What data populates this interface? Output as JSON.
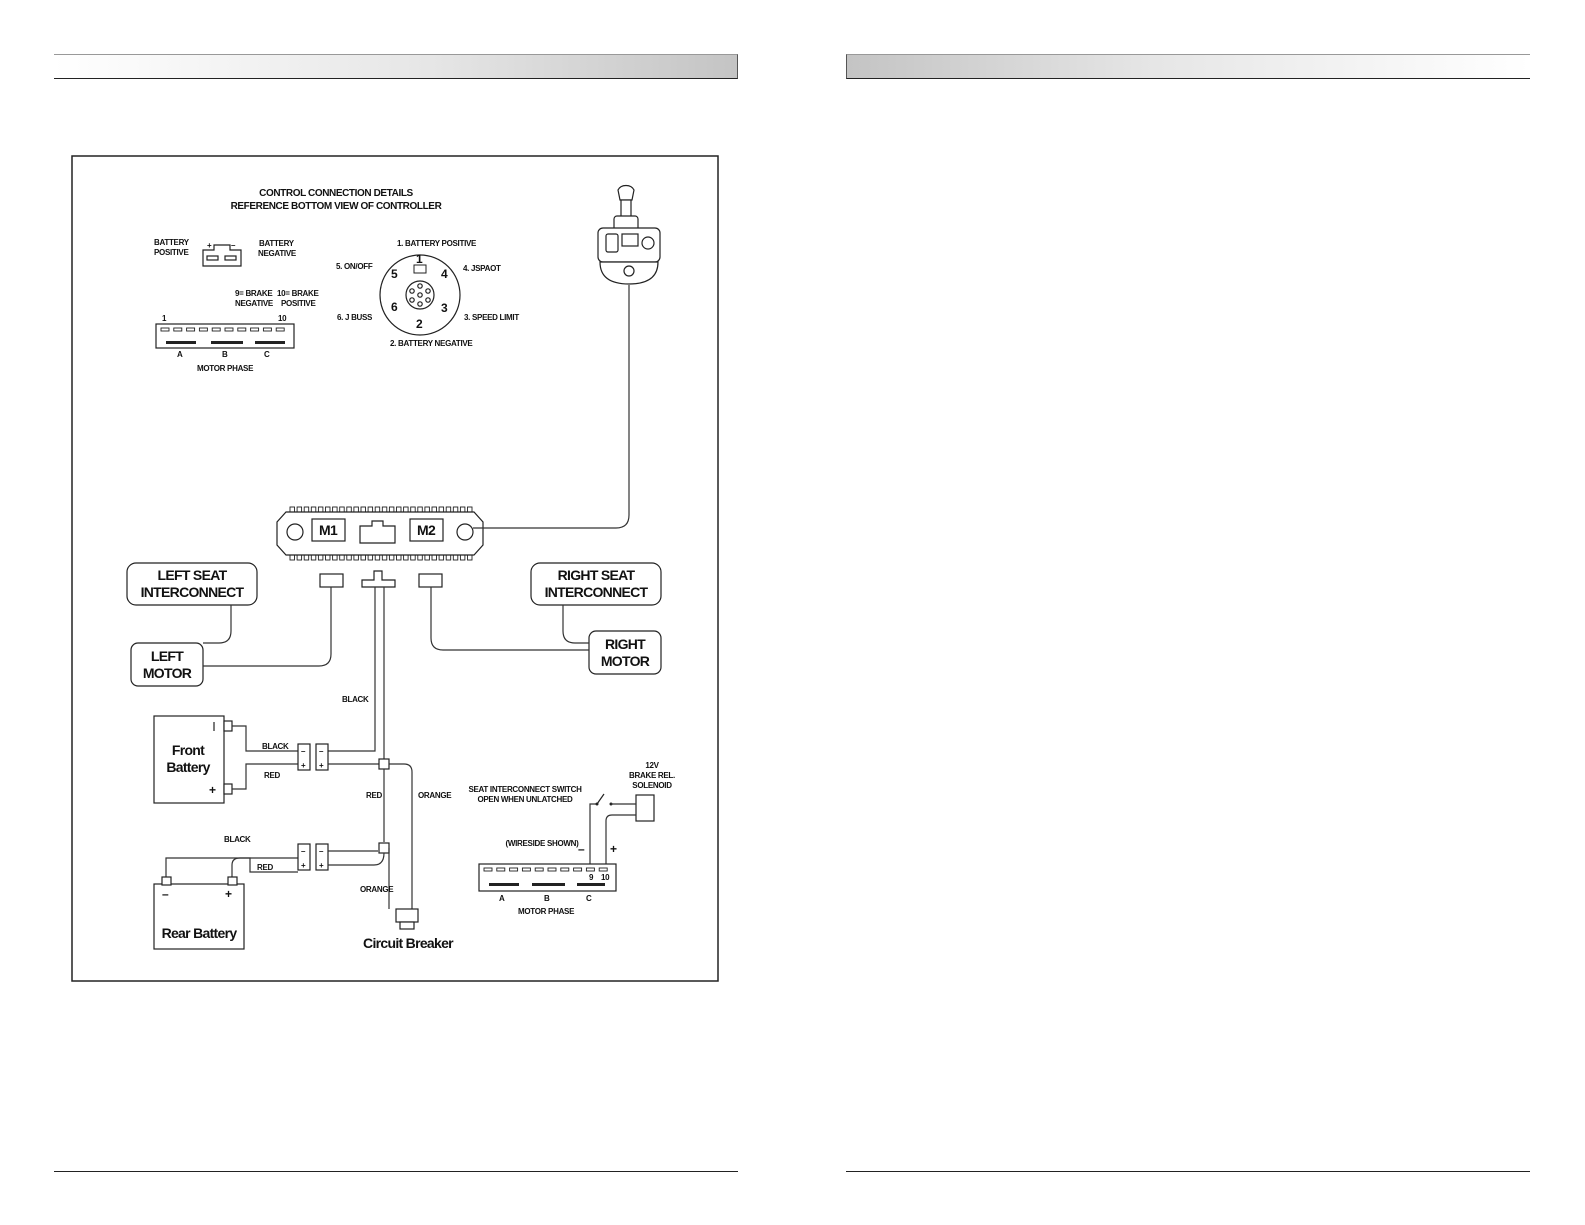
{
  "diagram": {
    "title_line1": "CONTROL CONNECTION DETAILS",
    "title_line2": "REFERENCE BOTTOM VIEW OF CONTROLLER",
    "battery_connector": {
      "plus": "+",
      "minus": "–",
      "positive_line1": "BATTERY",
      "positive_line2": "POSITIVE",
      "negative_line1": "BATTERY",
      "negative_line2": "NEGATIVE"
    },
    "brake": {
      "neg_line1": "9= BRAKE",
      "neg_line2": "NEGATIVE",
      "pos_line1": "10= BRAKE",
      "pos_line2": "POSITIVE"
    },
    "strip": {
      "pin_first": "1",
      "pin_last": "10",
      "phase_a": "A",
      "phase_b": "B",
      "phase_c": "C",
      "caption": "MOTOR PHASE"
    },
    "round_connector": {
      "pin1": "1. BATTERY POSITIVE",
      "pin2": "2. BATTERY NEGATIVE",
      "pin3": "3. SPEED LIMIT",
      "pin4": "4. JSPAOT",
      "pin5": "5. ON/OFF",
      "pin6": "6. J BUSS",
      "n1": "1",
      "n2": "2",
      "n3": "3",
      "n4": "4",
      "n5": "5",
      "n6": "6"
    },
    "controller": {
      "m1": "M1",
      "m2": "M2"
    },
    "left_seat_line1": "LEFT SEAT",
    "left_seat_line2": "INTERCONNECT",
    "right_seat_line1": "RIGHT SEAT",
    "right_seat_line2": "INTERCONNECT",
    "left_motor_line1": "LEFT",
    "left_motor_line2": "MOTOR",
    "right_motor_line1": "RIGHT",
    "right_motor_line2": "MOTOR",
    "wires": {
      "black_top": "BLACK",
      "black_front": "BLACK",
      "red_front": "RED",
      "red_mid": "RED",
      "orange_mid": "ORANGE",
      "black_rear": "BLACK",
      "red_rear": "RED",
      "orange_rear": "ORANGE"
    },
    "front_battery_line1": "Front",
    "front_battery_line2": "Battery",
    "rear_battery": "Rear Battery",
    "circuit_breaker": "Circuit Breaker",
    "fuse_minus": "–",
    "fuse_plus": "+",
    "batt_minus": "–",
    "batt_plus": "+",
    "solenoid_line1": "12V",
    "solenoid_line2": "BRAKE REL.",
    "solenoid_line3": "SOLENOID",
    "seat_switch_line1": "SEAT INTERCONNECT SWITCH",
    "seat_switch_line2": "OPEN WHEN UNLATCHED",
    "wireside": "(WIRESIDE SHOWN)",
    "lower_strip": {
      "pin9": "9",
      "pin10": "10",
      "phase_a": "A",
      "phase_b": "B",
      "phase_c": "C",
      "caption": "MOTOR PHASE",
      "minus": "–",
      "plus": "+"
    }
  }
}
